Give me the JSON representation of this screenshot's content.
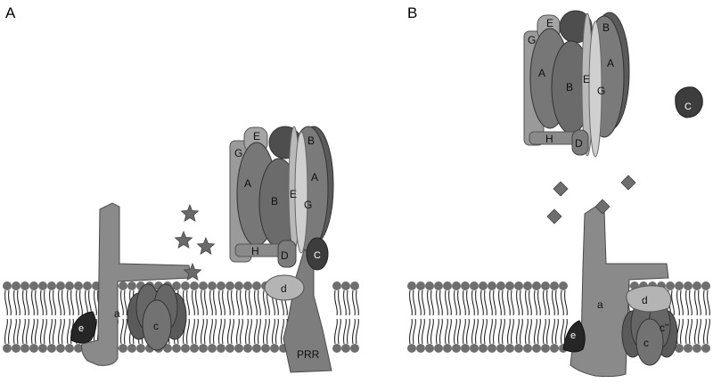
{
  "panels": [
    {
      "letter": "A",
      "labels": {
        "a": "a",
        "c_ring": "c",
        "e": "e",
        "d": "d",
        "prr": "PRR",
        "E_top": "E",
        "G_left": "G",
        "A_left": "A",
        "B_mid": "B",
        "E_mid": "E",
        "G_mid": "G",
        "B_right": "B",
        "A_right": "A",
        "H": "H",
        "D": "D",
        "C": "C"
      }
    },
    {
      "letter": "B",
      "labels": {
        "a": "a",
        "c_ring": "c",
        "c_prime": "c\"",
        "e": "e",
        "d": "d",
        "E_top": "E",
        "G_left": "G",
        "A_left": "A",
        "B_mid": "B",
        "E_mid": "E",
        "G_mid": "G",
        "B_right": "B",
        "A_right": "A",
        "H": "H",
        "D": "D",
        "C_free": "C"
      }
    }
  ],
  "colors": {
    "background": "#ffffff",
    "lipid_head": "#6e6e6e",
    "tail_line": "#111111",
    "a_subunit": "#8a8a8a",
    "c_ring": "#5f5f5f",
    "e_subunit": "#262626",
    "d_subunit": "#b4b4b4",
    "prr": "#7d7d7d",
    "v1_dark": "#4e4e4e",
    "v1_mid": "#6e6e6e",
    "v1_light": "#a7a7a7",
    "star": "#6a6a6a",
    "diamond": "#6e6e6e"
  },
  "icons": {
    "stars": "star-icon",
    "diamonds": "diamond-icon"
  }
}
